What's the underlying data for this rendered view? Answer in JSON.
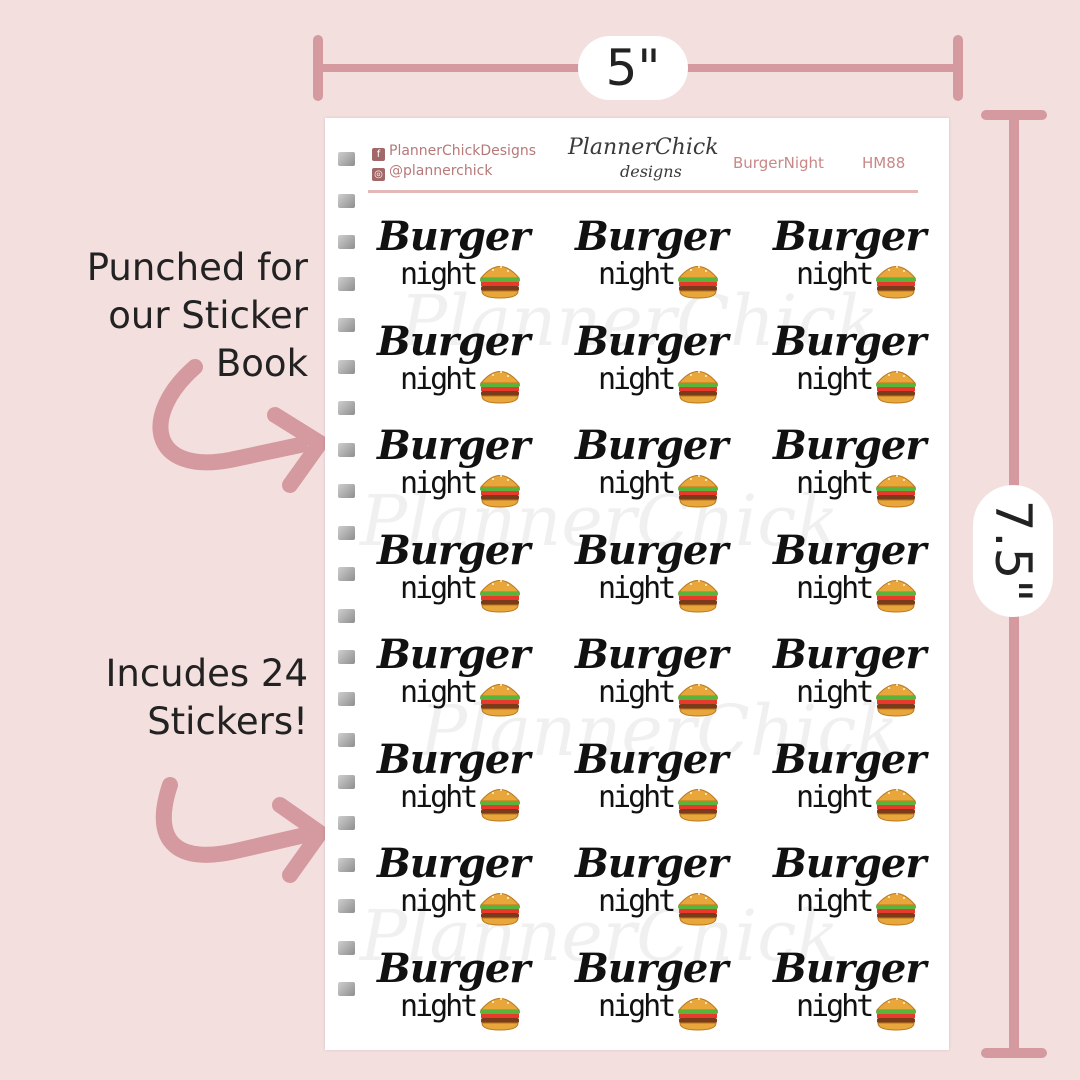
{
  "dimensions": {
    "width": "5\"",
    "height": "7.5\""
  },
  "callouts": {
    "punched": [
      "Punched for",
      "our Sticker",
      "Book"
    ],
    "includes": [
      "Incudes 24",
      "Stickers!"
    ]
  },
  "header": {
    "facebook": "PlannerChickDesigns",
    "instagram": "@plannerchick",
    "logo_line1": "PlannerChick",
    "logo_line2": "designs",
    "product_name": "BurgerNight",
    "product_code": "HM88"
  },
  "sticker": {
    "line1": "Burger",
    "line2": "night",
    "icon": "burger-icon"
  },
  "sticker_count": 24,
  "watermark": "PlannerChick",
  "colors": {
    "accent": "#d49a9f",
    "background": "#f4dfdf",
    "header_text": "#c98787"
  }
}
